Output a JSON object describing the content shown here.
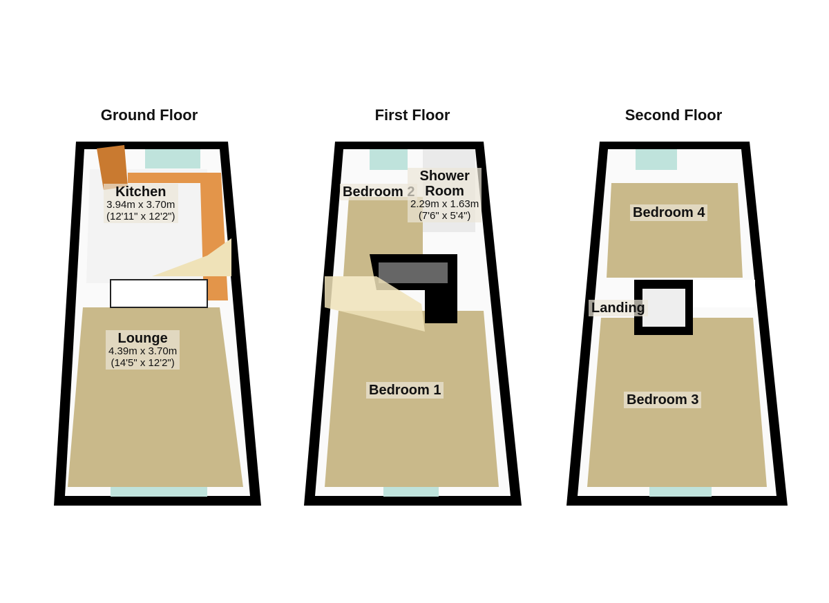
{
  "floors": [
    {
      "title": "Ground Floor",
      "rooms": [
        {
          "name": "Kitchen",
          "metric": "3.94m x 3.70m",
          "imperial": "(12'11\" x 12'2\")"
        },
        {
          "name": "Lounge",
          "metric": "4.39m x 3.70m",
          "imperial": "(14'5\" x 12'2\")"
        }
      ]
    },
    {
      "title": "First Floor",
      "rooms": [
        {
          "name": "Bedroom 2"
        },
        {
          "name": "Shower",
          "name2": "Room",
          "metric": "2.29m x 1.63m",
          "imperial": "(7'6\" x 5'4\")"
        },
        {
          "name": "Bedroom 1"
        }
      ]
    },
    {
      "title": "Second Floor",
      "rooms": [
        {
          "name": "Bedroom 4"
        },
        {
          "name": "Landing"
        },
        {
          "name": "Bedroom 3"
        }
      ]
    }
  ],
  "colors": {
    "wall": "#000000",
    "carpet": "#c9b98a",
    "kitchen_floor": "#f4f4f4",
    "worktop": "#e3954a",
    "window": "#bfe3dc"
  }
}
